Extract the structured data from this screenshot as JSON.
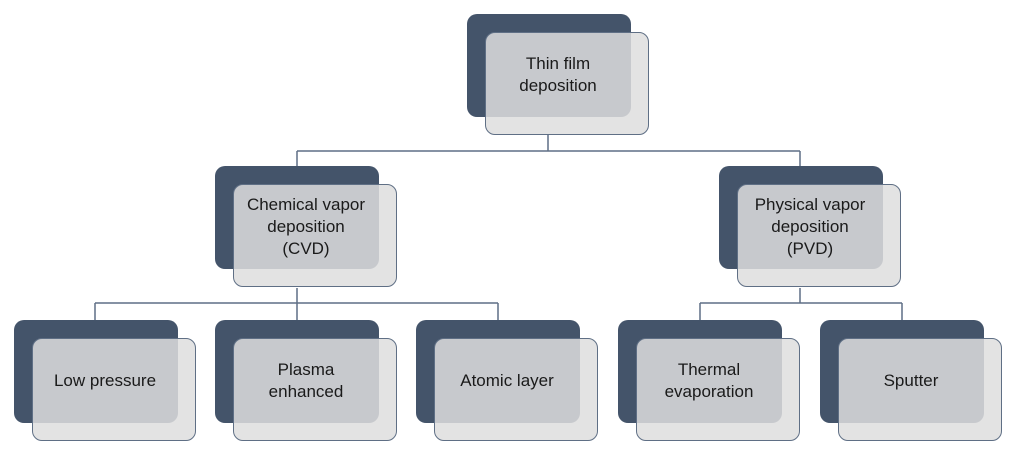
{
  "diagram": {
    "type": "tree",
    "root": {
      "id": "thin-film-deposition",
      "label": "Thin film\ndeposition"
    },
    "branches": [
      {
        "id": "cvd",
        "label": "Chemical vapor\ndeposition\n(CVD)",
        "children": [
          {
            "id": "low-pressure",
            "label": "Low pressure"
          },
          {
            "id": "plasma-enhanced",
            "label": "Plasma\nenhanced"
          },
          {
            "id": "atomic-layer",
            "label": "Atomic layer"
          }
        ]
      },
      {
        "id": "pvd",
        "label": "Physical vapor\ndeposition\n(PVD)",
        "children": [
          {
            "id": "thermal-evaporation",
            "label": "Thermal\nevaporation"
          },
          {
            "id": "sputter",
            "label": "Sputter"
          }
        ]
      }
    ],
    "colors": {
      "back_box": "#44546a",
      "front_box": "#dedede",
      "border": "#5f6f85",
      "connector": "#5f6f85",
      "text": "#1a1a1a"
    }
  }
}
